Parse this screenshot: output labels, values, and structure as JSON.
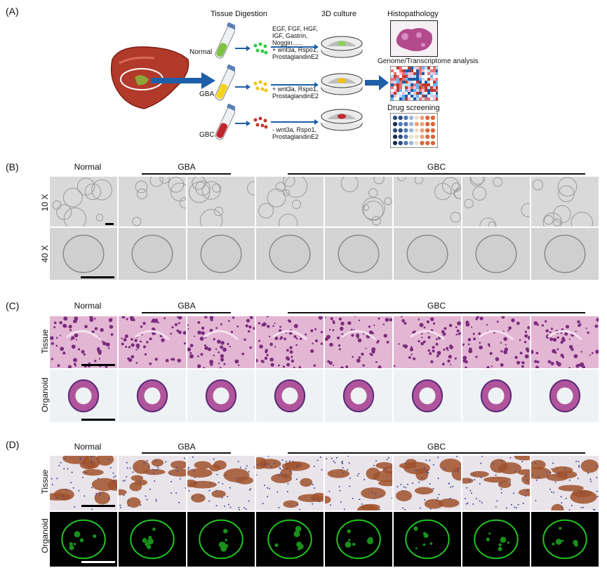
{
  "panels": {
    "a": "(A)",
    "b": "(B)",
    "c": "(C)",
    "d": "(D)"
  },
  "panel_a": {
    "step_headers": {
      "digestion": "Tissue Digestion",
      "culture": "3D culture"
    },
    "samples": {
      "normal": "Normal",
      "gba": "GBA",
      "gbc": "GBC"
    },
    "medium_normal": [
      "EGF, FGF, HGF,",
      "IGF, Gastrin,",
      "Noggin......",
      "+ wnt3a, Rspo1,",
      "ProstaglandinE2"
    ],
    "medium_gba": [
      "+ wnt3a, Rspo1,",
      "ProstaglandinE2"
    ],
    "medium_gbc": [
      "- wnt3a, Rspo1,",
      "ProstaglandinE2"
    ],
    "outputs": {
      "histo": "Histopathology",
      "genome": "Genome/Transcriptome analysis",
      "drug": "Drug screening"
    }
  },
  "groups": {
    "normal": "Normal",
    "gba": "GBA",
    "gbc": "GBC"
  },
  "row_labels": {
    "b1": "10 X",
    "b2": "40 X",
    "c1": "Tissue",
    "c2": "Organoid",
    "d1": "Tissue",
    "d2": "Organoid"
  },
  "colors": {
    "cell_red": "#c0392b",
    "cell_green": "#2ecc40",
    "cell_yellow": "#f1c40f",
    "arrow_blue": "#1f5fa8",
    "he_pink": "#c96fa8",
    "ihc_brown": "#a0522d",
    "fluor_green": "#22c322"
  }
}
